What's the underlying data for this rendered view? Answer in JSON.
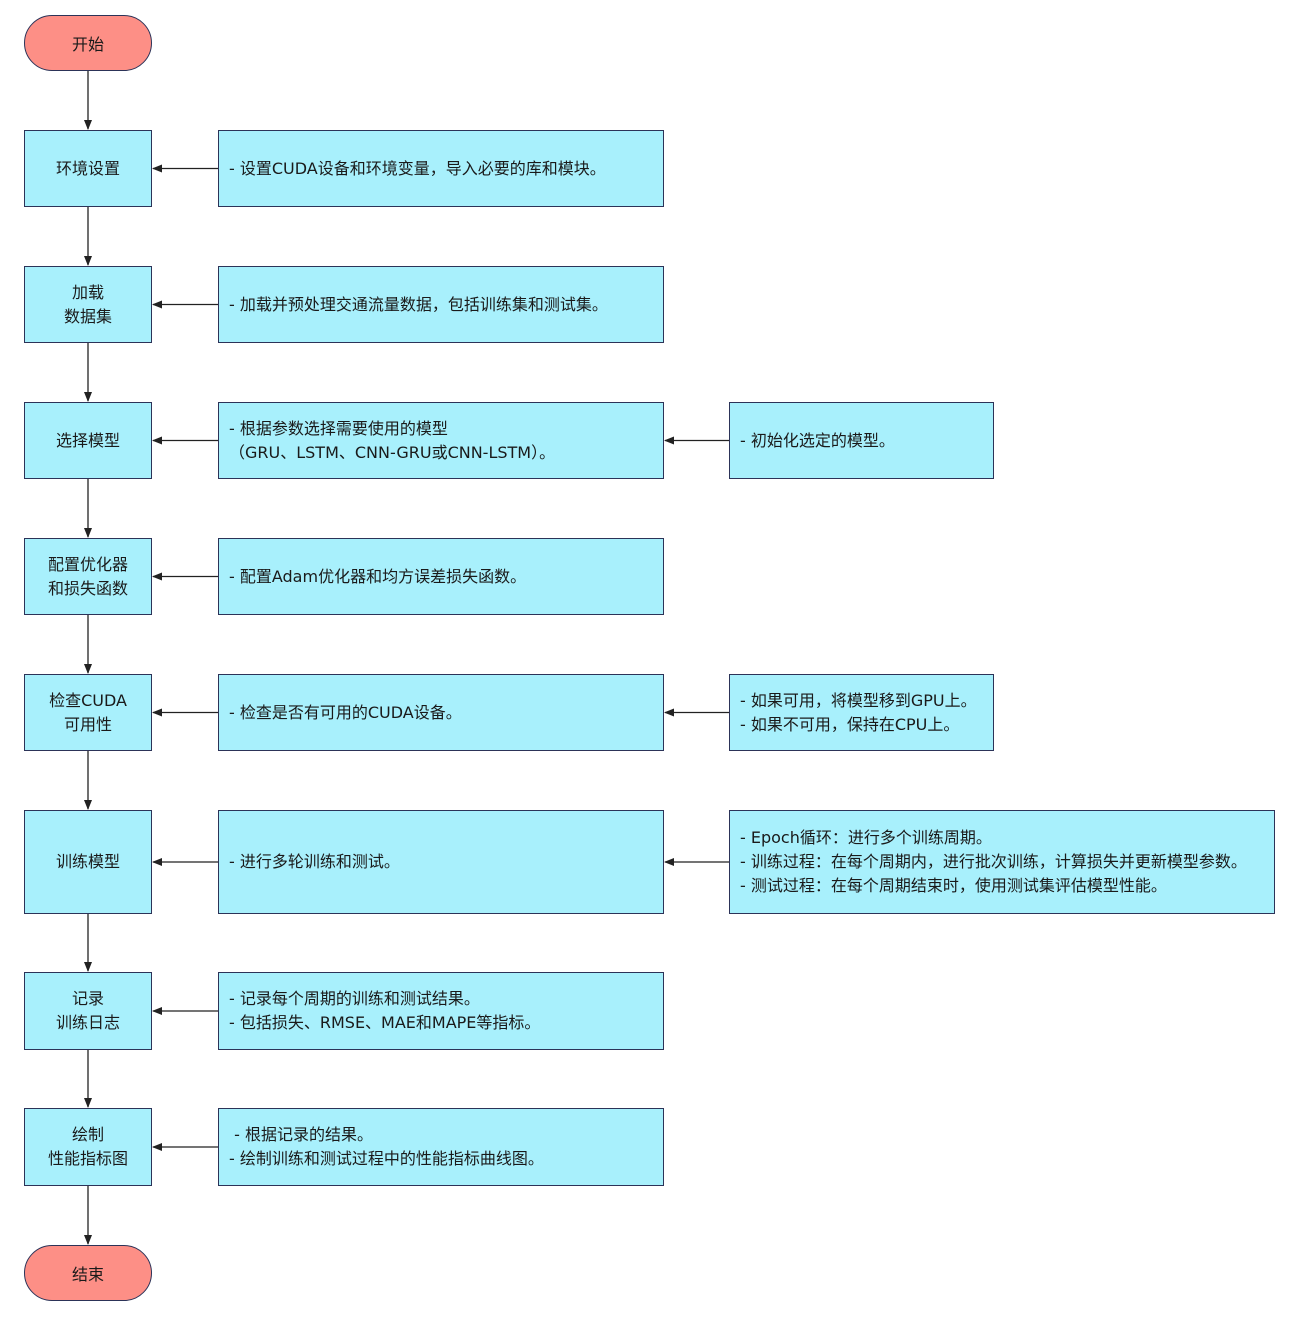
{
  "colors": {
    "step_fill": "#a8f0fc",
    "terminal_fill": "#fd8f86",
    "border": "#2c3358",
    "line": "#222222"
  },
  "start": {
    "label": "开始"
  },
  "end": {
    "label": "结束"
  },
  "steps": [
    {
      "label": "环境设置",
      "desc": [
        "- 设置CUDA设备和环境变量，导入必要的库和模块。"
      ],
      "detail": null
    },
    {
      "label": "加载\n数据集",
      "desc": [
        "- 加载并预处理交通流量数据，包括训练集和测试集。"
      ],
      "detail": null
    },
    {
      "label": "选择模型",
      "desc": [
        "- 根据参数选择需要使用的模型",
        "（GRU、LSTM、CNN-GRU或CNN-LSTM）。"
      ],
      "detail": [
        "- 初始化选定的模型。"
      ]
    },
    {
      "label": "配置优化器\n和损失函数",
      "desc": [
        "- 配置Adam优化器和均方误差损失函数。"
      ],
      "detail": null
    },
    {
      "label": "检查CUDA\n可用性",
      "desc": [
        "- 检查是否有可用的CUDA设备。"
      ],
      "detail": [
        "- 如果可用，将模型移到GPU上。",
        "- 如果不可用，保持在CPU上。"
      ]
    },
    {
      "label": "训练模型",
      "desc": [
        "- 进行多轮训练和测试。"
      ],
      "detail": [
        "- Epoch循环：进行多个训练周期。",
        "- 训练过程：在每个周期内，进行批次训练，计算损失并更新模型参数。",
        "- 测试过程：在每个周期结束时，使用测试集评估模型性能。"
      ]
    },
    {
      "label": "记录\n训练日志",
      "desc": [
        "- 记录每个周期的训练和测试结果。",
        "- 包括损失、RMSE、MAE和MAPE等指标。"
      ],
      "detail": null
    },
    {
      "label": "绘制\n性能指标图",
      "desc": [
        " - 根据记录的结果。",
        "- 绘制训练和测试过程中的性能指标曲线图。"
      ],
      "detail": null
    }
  ]
}
